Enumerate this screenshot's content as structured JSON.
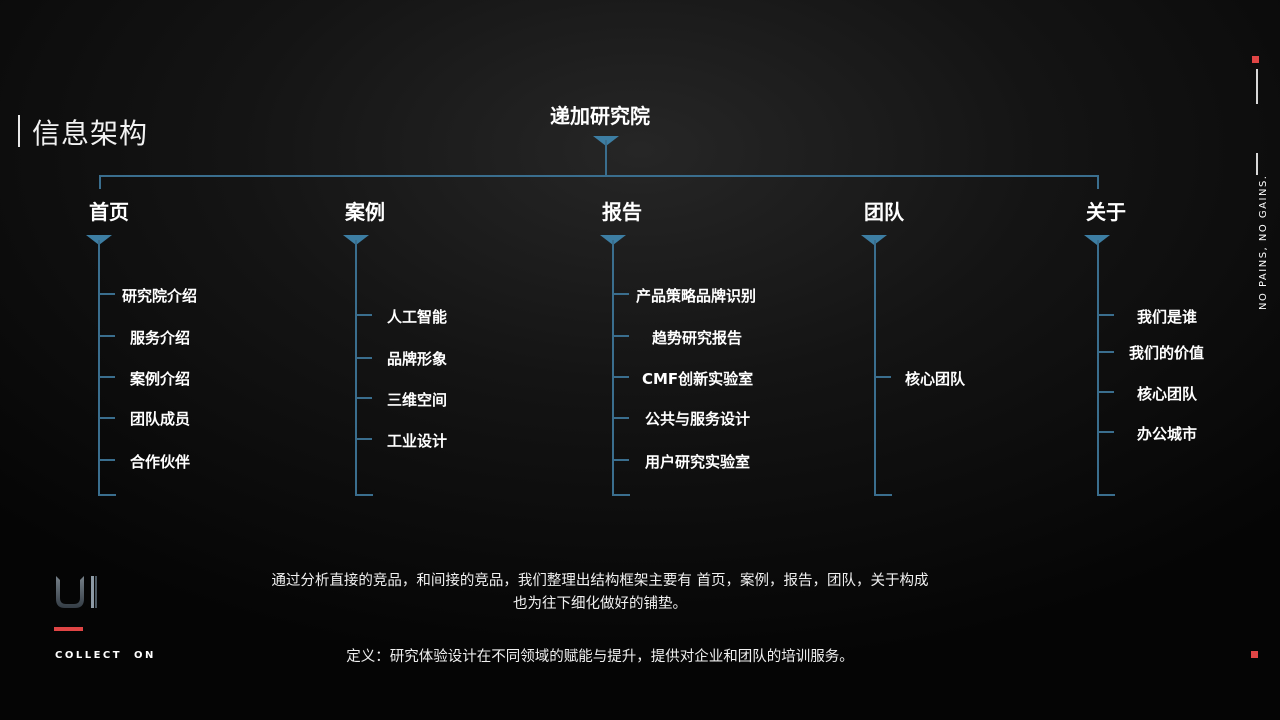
{
  "page": {
    "title": "信息架构",
    "root": "递加研究院"
  },
  "colors": {
    "connector": "#3a6e8e",
    "accent_red": "#e04545",
    "text": "#ffffff"
  },
  "categories": [
    {
      "label": "首页",
      "items": [
        "研究院介绍",
        "服务介绍",
        "案例介绍",
        "团队成员",
        "合作伙伴"
      ]
    },
    {
      "label": "案例",
      "items": [
        "人工智能",
        "品牌形象",
        "三维空间",
        "工业设计"
      ]
    },
    {
      "label": "报告",
      "items": [
        "产品策略品牌识别",
        "趋势研究报告",
        "CMF创新实验室",
        "公共与服务设计",
        "用户研究实验室"
      ]
    },
    {
      "label": "团队",
      "items": [
        "核心团队"
      ]
    },
    {
      "label": "关于",
      "items": [
        "我们是谁",
        "我们的价值",
        "核心团队",
        "办公城市"
      ]
    }
  ],
  "description": {
    "line1": "通过分析直接的竞品，和间接的竞品，我们整理出结构框架主要有 首页，案例，报告，团队，关于构成",
    "line2": "也为往下细化做好的铺垫。",
    "definition": "定义：研究体验设计在不同领域的赋能与提升，提供对企业和团队的培训服务。"
  },
  "sidebar": {
    "slogan": "NO PAINS, NO GAINS."
  },
  "logo": {
    "text": "UI",
    "caption": "COLLECT  ON"
  }
}
